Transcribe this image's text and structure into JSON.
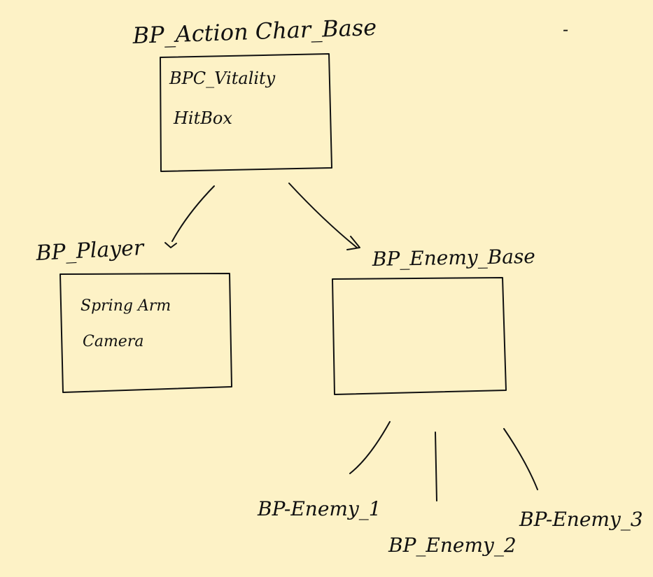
{
  "root": {
    "title": "BP_Action Char_Base",
    "items": [
      "BPC_Vitality",
      "HitBox"
    ]
  },
  "player": {
    "title": "BP_Player",
    "items": [
      "Spring Arm",
      "Camera"
    ]
  },
  "enemy_base": {
    "title": "BP_Enemy_Base"
  },
  "enemies": {
    "e1": "BP-Enemy_1",
    "e2": "BP_Enemy_2",
    "e3": "BP-Enemy_3"
  },
  "stray_mark": "-",
  "colors": {
    "background": "#fdf2c6",
    "ink": "#111111"
  }
}
